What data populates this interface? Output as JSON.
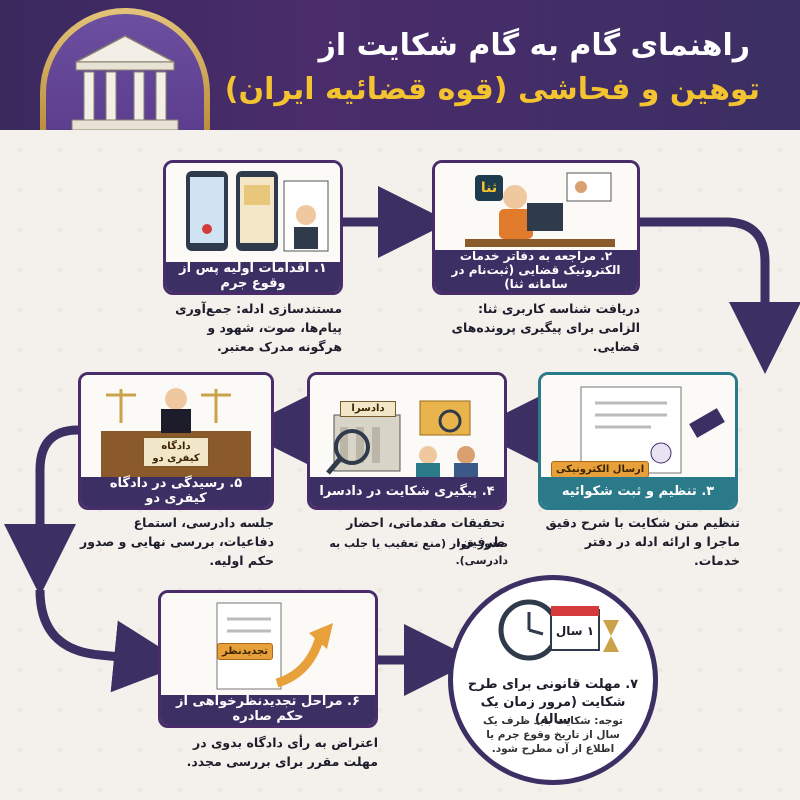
{
  "header": {
    "title_line1": "راهنمای گام به گام شکایت از",
    "title_line2": "توهین و فحاشی (قوه قضائیه ایران)"
  },
  "steps": [
    {
      "caption": "۱. اقدامات اولیه پس از وقوع جرم",
      "description": "مستندسازی ادله: جمع‌آوری پیام‌ها، صوت، شهود و هرگونه مدرک معتبر."
    },
    {
      "caption": "۲. مراجعه به دفاتر خدمات الکترونیک قضایی (ثبت‌نام در سامانه ثنا)",
      "description": "دریافت شناسه کاربری ثنا: الزامی برای پیگیری پرونده‌های قضایی.",
      "logo_text": "ثنا"
    },
    {
      "caption": "۳. تنظیم و ثبت شکوائیه",
      "description": "تنظیم متن شکایت با شرح دقیق ماجرا و ارائه ادله در دفتر خدمات.",
      "tag_text": "ارسال الکترونیکی"
    },
    {
      "caption": "۴. پیگیری شکایت در دادسرا",
      "description": "تحقیقات مقدماتی، احضار طرفین،",
      "description_small": "صدور قرار (منع تعقیب یا جلب به دادرسی).",
      "sign_text": "دادسرا"
    },
    {
      "caption": "۵. رسیدگی در دادگاه کیفری دو",
      "description": "جلسه دادرسی، استماع دفاعیات، بررسی نهایی و صدور حکم اولیه.",
      "board_line1": "دادگاه",
      "board_line2": "کیفری دو"
    },
    {
      "caption": "۶. مراحل تجدیدنظرخواهی از حکم صادره",
      "description": "اعتراض به رأی دادگاه بدوی در مهلت مقرر برای بررسی مجدد.",
      "tag_text": "تجدیدنظر"
    },
    {
      "caption": "۷. مهلت قانونی برای طرح شکایت (مرور زمان یک ساله)",
      "note": "توجه: شکایت باید ظرف یک سال از تاریخ وقوع جرم یا اطلاع از آن مطرح شود.",
      "calendar_text": "۱ سال"
    }
  ],
  "colors": {
    "primary": "#3b2f63",
    "teal": "#2b7a8a",
    "gold": "#f4c430",
    "arrow": "#3b2f63"
  }
}
